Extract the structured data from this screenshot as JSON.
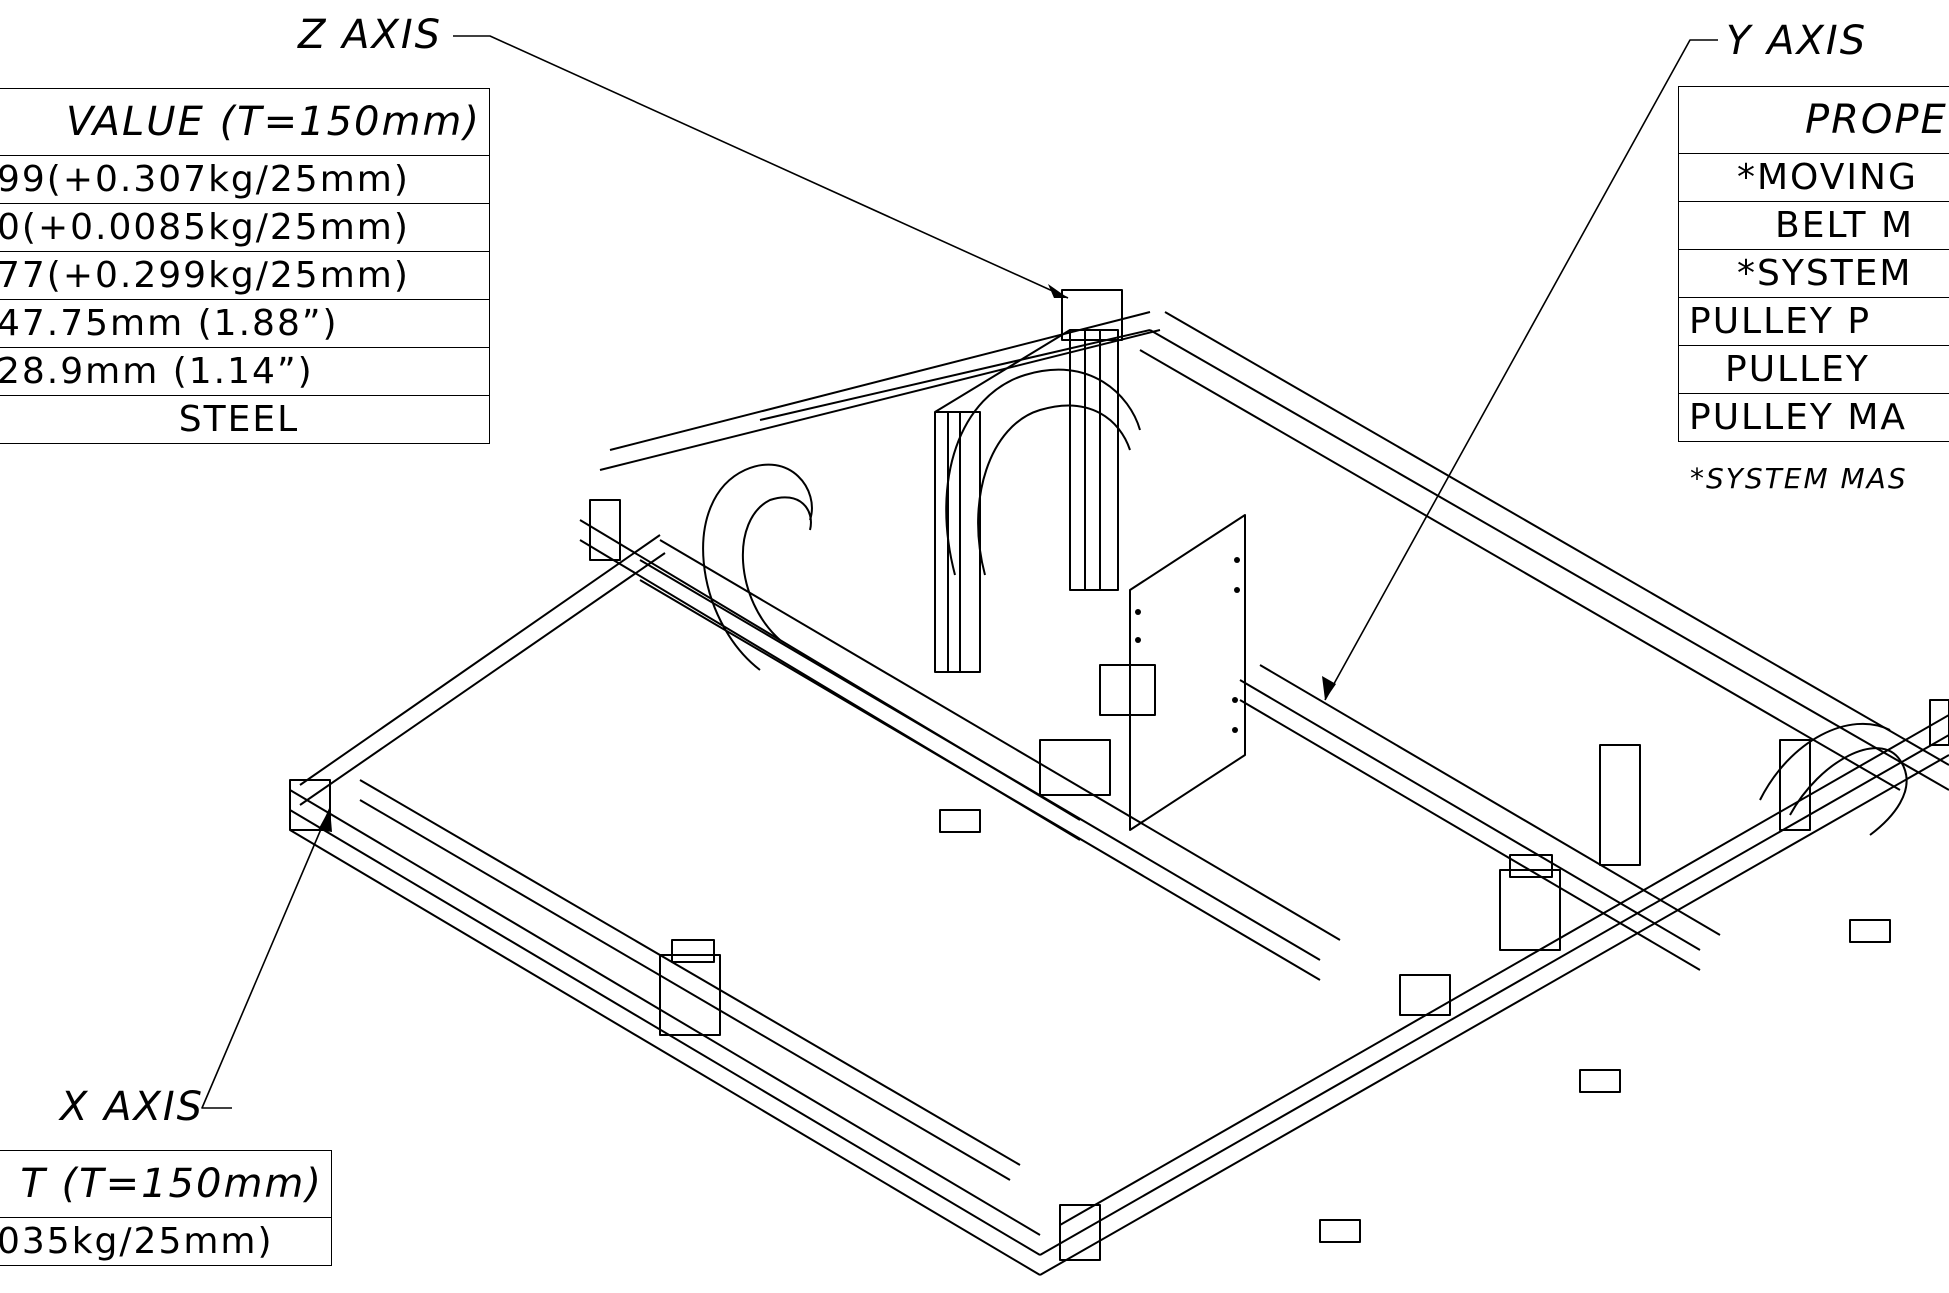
{
  "labels": {
    "z_axis": "Z AXIS",
    "y_axis": "Y AXIS",
    "x_axis": "X AXIS"
  },
  "z_table": {
    "header": "VALUE (T=150mm)",
    "rows": [
      "99(+0.307kg/25mm)",
      "0(+0.0085kg/25mm)",
      "77(+0.299kg/25mm)",
      "47.75mm (1.88”)",
      "28.9mm (1.14”)",
      "STEEL"
    ]
  },
  "y_table": {
    "header": "PROPE",
    "rows": [
      "*MOVING",
      "BELT M",
      "*SYSTEM",
      "PULLEY P",
      "PULLEY",
      "PULLEY MA"
    ],
    "note": "*SYSTEM MAS"
  },
  "x_table": {
    "header": "T (T=150mm)",
    "rows": [
      "035kg/25mm)"
    ]
  }
}
